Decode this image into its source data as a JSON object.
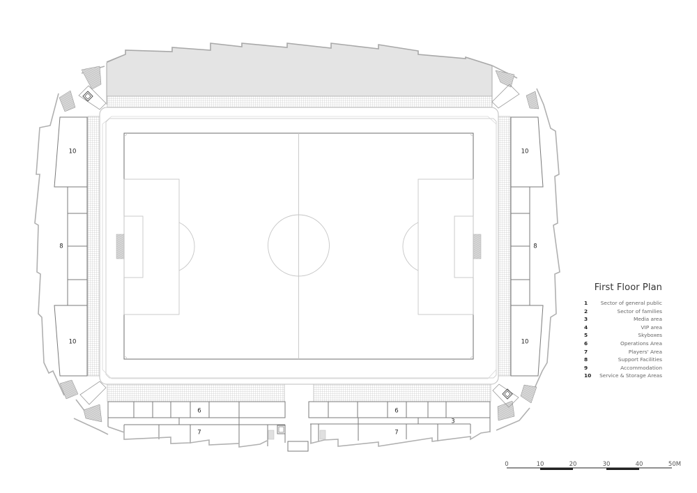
{
  "plan": {
    "title": "First Floor Plan",
    "legend": [
      {
        "num": "1",
        "label": "Sector of general public"
      },
      {
        "num": "2",
        "label": "Sector of families"
      },
      {
        "num": "3",
        "label": "Media area"
      },
      {
        "num": "4",
        "label": "VIP area"
      },
      {
        "num": "5",
        "label": "Skyboxes"
      },
      {
        "num": "6",
        "label": "Operations Area"
      },
      {
        "num": "7",
        "label": "Players' Area"
      },
      {
        "num": "8",
        "label": "Support Facilities"
      },
      {
        "num": "9",
        "label": "Accommodation"
      },
      {
        "num": "10",
        "label": "Service & Storage Areas"
      }
    ],
    "room_labels": {
      "west_north": "10",
      "west_middle": "8",
      "west_south": "10",
      "east_north": "10",
      "east_middle": "8",
      "east_south": "10",
      "south_ops_left": "6",
      "south_ops_right": "6",
      "south_players_left": "7",
      "south_players_right": "7",
      "south_media": "3"
    },
    "scale_bar": {
      "ticks": [
        "0",
        "10",
        "20",
        "30",
        "40",
        "50M"
      ],
      "unit": "M"
    }
  },
  "colors": {
    "line": "#8a8a8a",
    "line_dark": "#555555",
    "line_light": "#c8c8c8",
    "roof_fill": "#e6e6e6",
    "hatch": "#9a9a9a"
  }
}
